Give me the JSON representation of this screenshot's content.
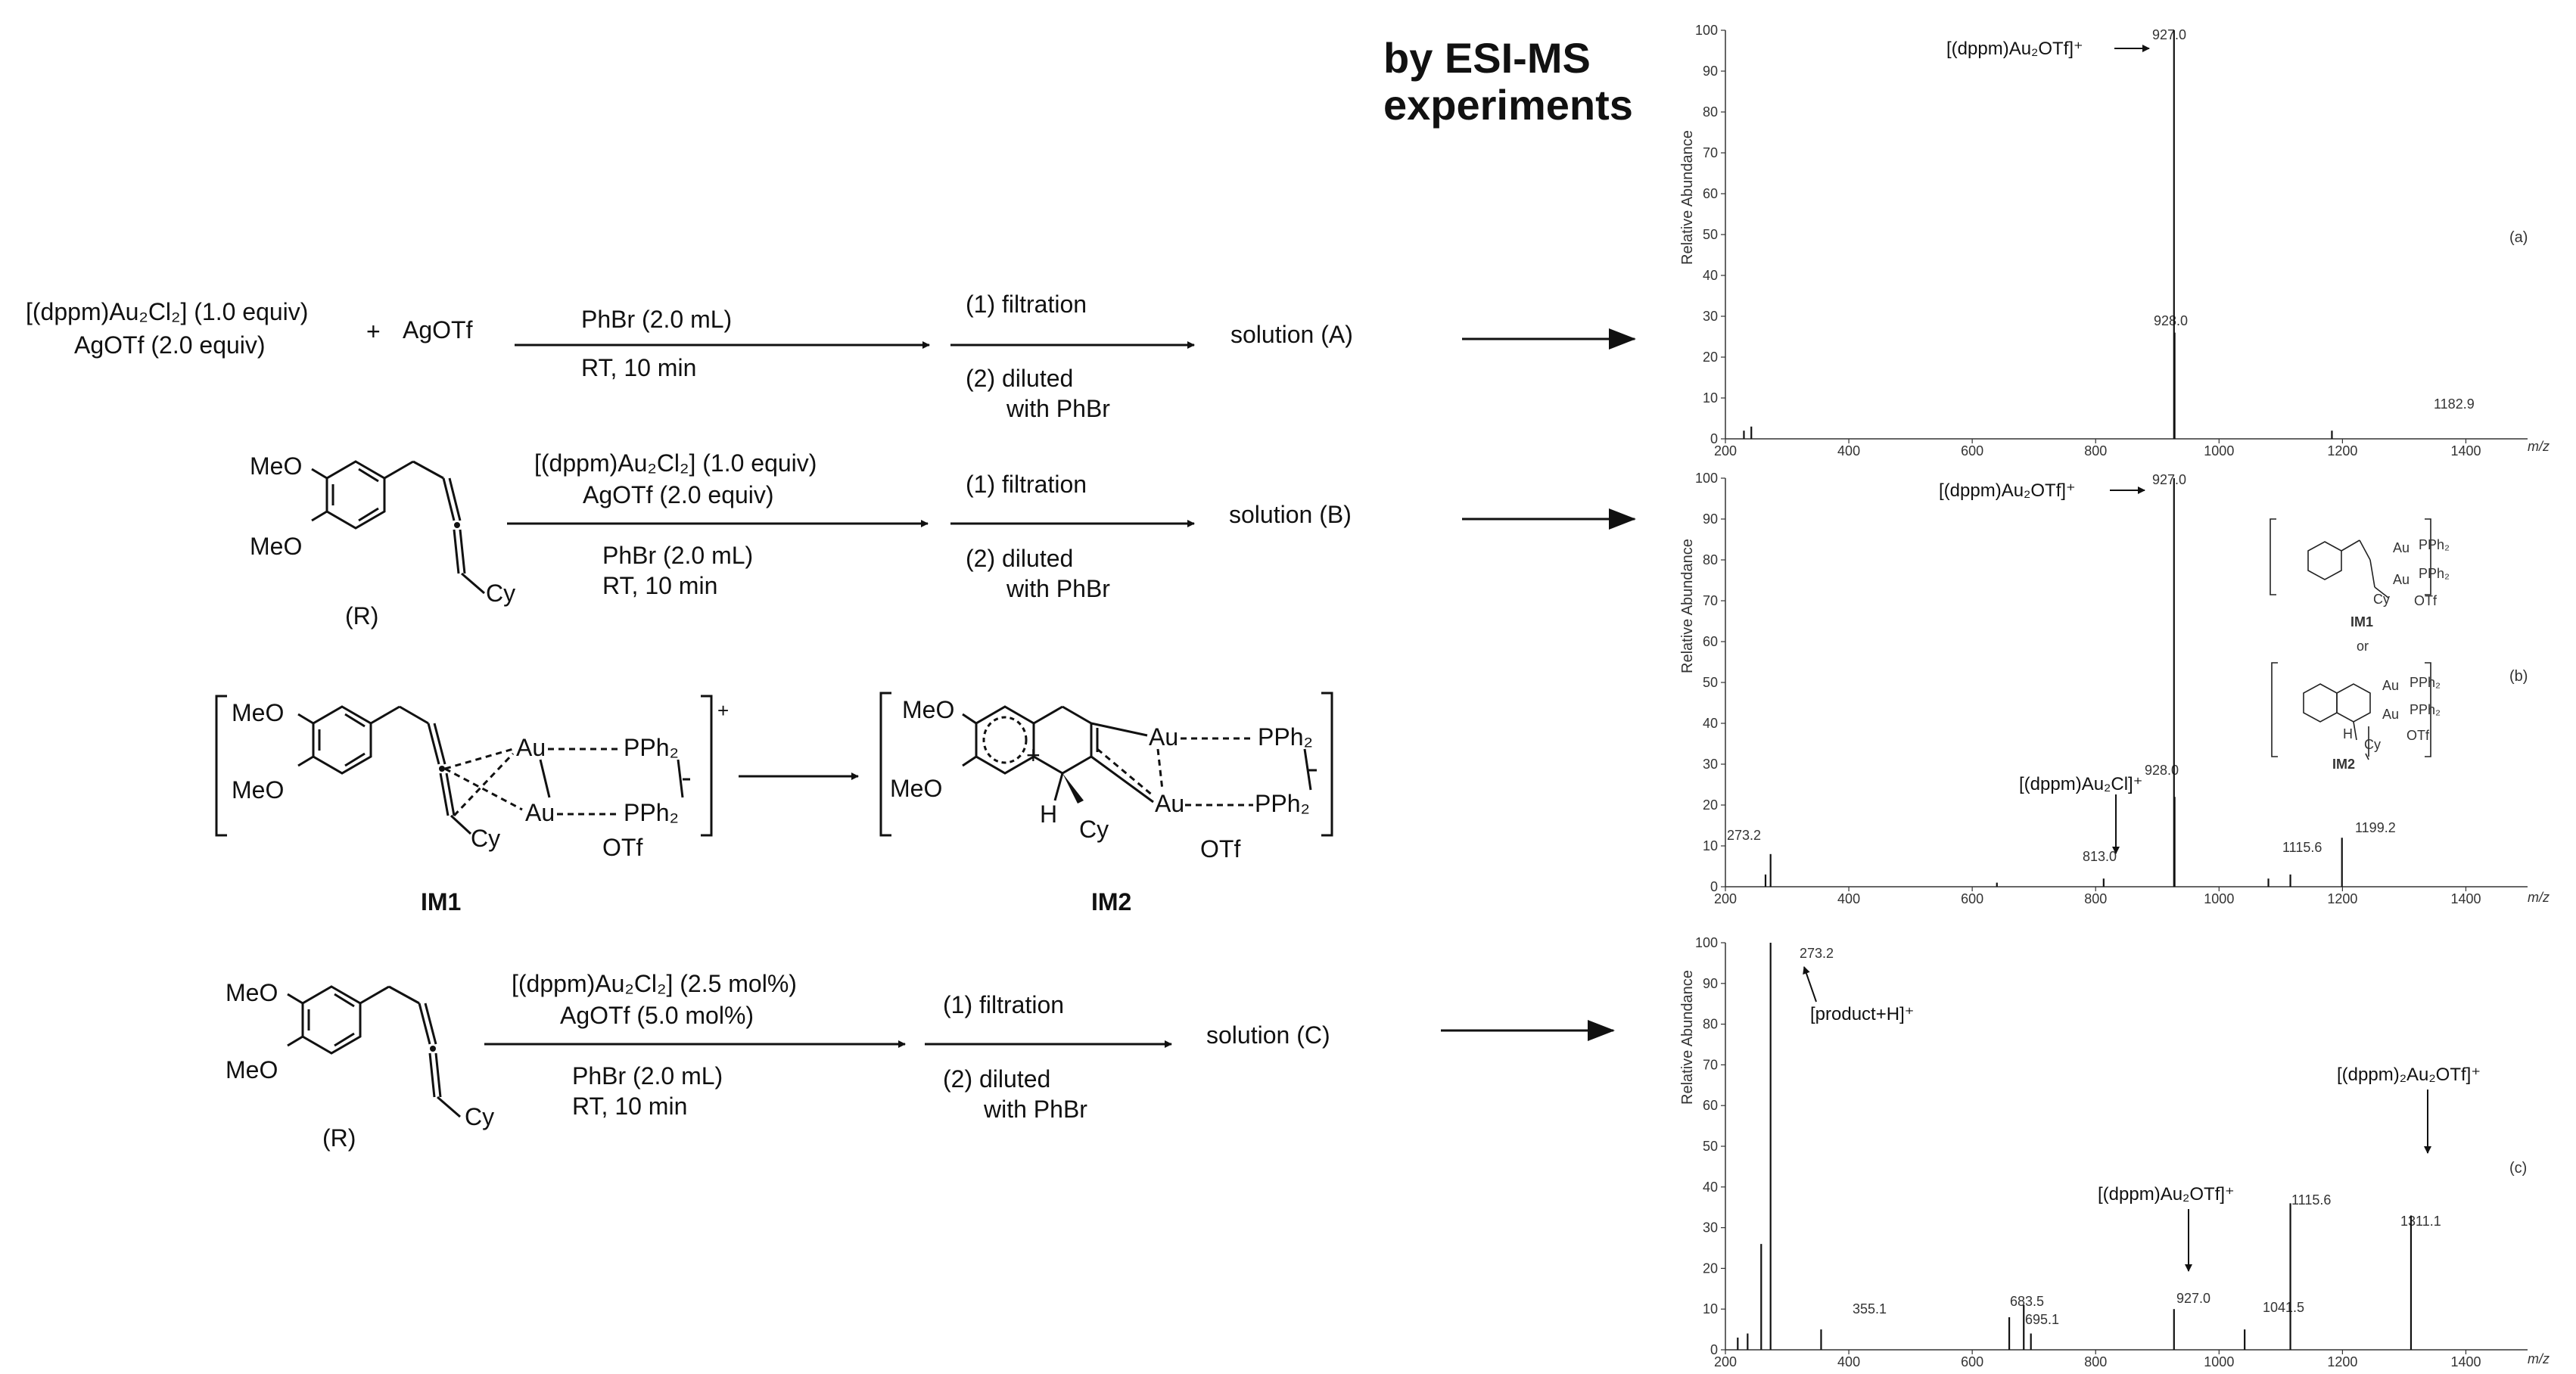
{
  "header": {
    "title_line1": "by ESI-MS",
    "title_line2": "experiments"
  },
  "rowA": {
    "reagent1": "[(dppm)Au₂Cl₂] (1.0 equiv)",
    "reagent2": "AgOTf  (2.0 equiv)",
    "plus": "+",
    "agotf": "AgOTf",
    "cond_above": "PhBr (2.0 mL)",
    "cond_below": "RT, 10 min",
    "step1": "(1) filtration",
    "step2a": "(2) diluted",
    "step2b": "with PhBr",
    "solution": "solution (A)"
  },
  "rowB": {
    "meo1": "MeO",
    "meo2": "MeO",
    "cy": "Cy",
    "r_label": "(R)",
    "cond1": "[(dppm)Au₂Cl₂] (1.0 equiv)",
    "cond2": "AgOTf  (2.0 equiv)",
    "cond3": "PhBr (2.0 mL)",
    "cond4": "RT, 10 min",
    "step1": "(1) filtration",
    "step2a": "(2) diluted",
    "step2b": "with PhBr",
    "solution": "solution (B)"
  },
  "intermediates": {
    "im1_meo1": "MeO",
    "im1_meo2": "MeO",
    "im1_au1": "Au",
    "im1_au2": "Au",
    "im1_pph2a": "PPh₂",
    "im1_pph2b": "PPh₂",
    "im1_cy": "Cy",
    "im1_otf": "OTf",
    "im1_charge": "+",
    "im1_label": "IM1",
    "im2_meo1": "MeO",
    "im2_meo2": "MeO",
    "im2_plus": "+",
    "im2_h": "H",
    "im2_cy": "Cy",
    "im2_au1": "Au",
    "im2_au2": "Au",
    "im2_pph2a": "PPh₂",
    "im2_pph2b": "PPh₂",
    "im2_otf": "OTf",
    "im2_label": "IM2"
  },
  "rowC": {
    "meo1": "MeO",
    "meo2": "MeO",
    "cy": "Cy",
    "r_label": "(R)",
    "cond1": "[(dppm)Au₂Cl₂] (2.5 mol%)",
    "cond2": "AgOTf  (5.0 mol%)",
    "cond3": "PhBr (2.0 mL)",
    "cond4": "RT, 10 min",
    "step1": "(1) filtration",
    "step2a": "(2) diluted",
    "step2b": "with PhBr",
    "solution": "solution (C)"
  },
  "spectra": {
    "y_axis_label": "Relative Abundance",
    "x_axis_label": "m/z",
    "y_ticks": [
      "0",
      "10",
      "20",
      "30",
      "40",
      "50",
      "60",
      "70",
      "80",
      "90",
      "100"
    ],
    "x_ticks": [
      "200",
      "400",
      "600",
      "800",
      "1000",
      "1200",
      "1400"
    ],
    "a": {
      "panel": "(a)",
      "peak_main_ann": "[(dppm)Au₂OTf]⁺",
      "labels": [
        "927.0",
        "928.0",
        "1182.9"
      ]
    },
    "b": {
      "panel": "(b)",
      "peak_main_ann": "[(dppm)Au₂OTf]⁺",
      "cl_ann": "[(dppm)Au₂Cl]⁺",
      "labels": [
        "927.0",
        "928.0",
        "273.2",
        "813.0",
        "1115.6",
        "1199.2"
      ],
      "im1": "IM1",
      "or": "or",
      "im2": "IM2",
      "au": "Au",
      "pph2": "PPh₂",
      "cy": "Cy",
      "otf": "OTf",
      "h": "H"
    },
    "c": {
      "panel": "(c)",
      "product_ann": "[product+H]⁺",
      "au2_ann": "[(dppm)₂Au₂OTf]⁺",
      "au1_ann": "[(dppm)Au₂OTf]⁺",
      "labels": [
        "273.2",
        "355.1",
        "683.5",
        "695.1",
        "927.0",
        "1041.5",
        "1115.6",
        "1311.1"
      ]
    }
  },
  "chart_data": [
    {
      "type": "bar",
      "title": "(a)",
      "xlabel": "m/z",
      "ylabel": "Relative Abundance",
      "xlim": [
        200,
        1500
      ],
      "ylim": [
        0,
        100
      ],
      "x": [
        230,
        242,
        927.0,
        928.0,
        1182.9
      ],
      "values": [
        2,
        3,
        100,
        26,
        2
      ]
    },
    {
      "type": "bar",
      "title": "(b)",
      "xlabel": "m/z",
      "ylabel": "Relative Abundance",
      "xlim": [
        200,
        1500
      ],
      "ylim": [
        0,
        100
      ],
      "x": [
        265,
        273.2,
        640,
        813.0,
        927.0,
        928.0,
        1080,
        1115.6,
        1199.2
      ],
      "values": [
        3,
        8,
        1,
        2,
        100,
        22,
        2,
        3,
        12
      ]
    },
    {
      "type": "bar",
      "title": "(c)",
      "xlabel": "m/z",
      "ylabel": "Relative Abundance",
      "xlim": [
        200,
        1500
      ],
      "ylim": [
        0,
        100
      ],
      "x": [
        220,
        236,
        258,
        273.2,
        355.1,
        660,
        683.5,
        695.1,
        927.0,
        1041.5,
        1115.6,
        1311.1
      ],
      "values": [
        3,
        4,
        26,
        100,
        5,
        8,
        11,
        4,
        10,
        5,
        36,
        33
      ]
    }
  ]
}
